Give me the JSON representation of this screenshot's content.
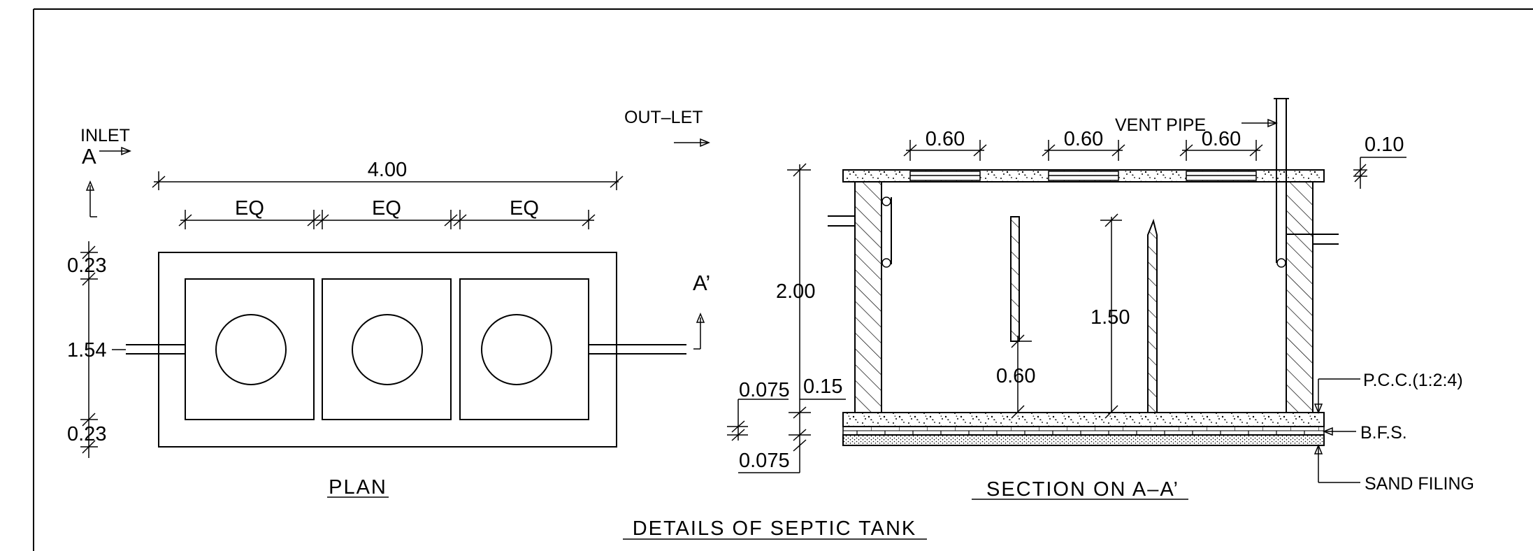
{
  "plan": {
    "inlet_label": "INLET",
    "section_mark_a": "A",
    "section_mark_a_prime": "A’",
    "outlet_label": "OUT–LET",
    "overall_length": "4.00",
    "chamber_eq_1": "EQ",
    "chamber_eq_2": "EQ",
    "chamber_eq_3": "EQ",
    "wall_top": "0.23",
    "inner_width": "1.54",
    "wall_bottom": "0.23",
    "title": "PLAN"
  },
  "section": {
    "slab_opening_1": "0.60",
    "slab_opening_2": "0.60",
    "slab_opening_3": "0.60",
    "vent_pipe_label": "VENT  PIPE",
    "slab_thickness": "0.10",
    "overall_depth": "2.00",
    "baffle_depth": "1.50",
    "baffle_clearance": "0.60",
    "pcc_thickness": "0.075",
    "wall_base": "0.15",
    "sand_thickness": "0.075",
    "pcc_label": "P.C.C.(1:2:4)",
    "bfs_label": "B.F.S.",
    "sand_label": "SAND  FILING",
    "title": "SECTION  ON  A–A’"
  },
  "sheet_title": "DETAILS  OF  SEPTIC  TANK"
}
